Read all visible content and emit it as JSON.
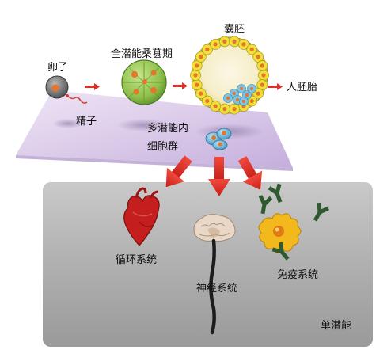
{
  "labels": {
    "egg": "卵子",
    "sperm": "精子",
    "morula": "全潜能桑葚期",
    "blastocyst": "囊胚",
    "human_embryo": "人胚胎",
    "inner_cell_mass_line1": "多潜能内",
    "inner_cell_mass_line2": "细胞群",
    "circulatory": "循环系统",
    "nervous": "神经系统",
    "immune": "免疫系统",
    "unipotent": "单潜能"
  },
  "colors": {
    "arrow_red": "#e0302a",
    "lower_panel": "#a8a8a8",
    "upper_plane": "#d7c6e6",
    "morula_green": "#8cc04a",
    "blastocyst_yellow": "#f2e03a",
    "cell_orange": "#e8742a",
    "heart_red": "#c41e1e",
    "immune_yellow": "#f2b81c",
    "antibody_green": "#2f5a2f",
    "inner_cells_blue": "#6fb7d8"
  }
}
